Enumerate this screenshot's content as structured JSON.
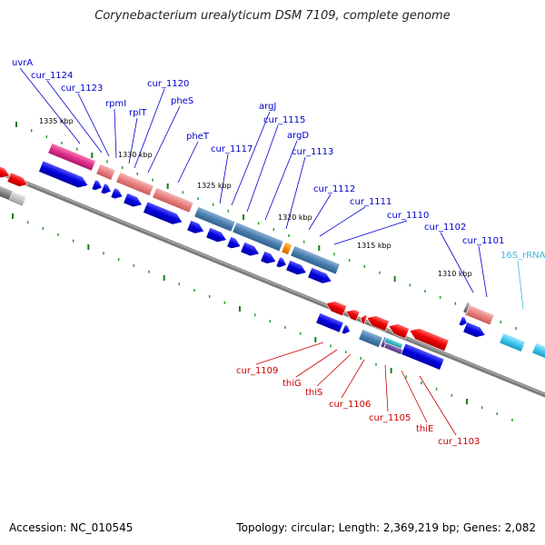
{
  "title": "Corynebacterium urealyticum DSM 7109, complete genome",
  "footer": {
    "accession": "Accession: NC_010545",
    "topology": "Topology: circular; Length: 2,369,219 bp; Genes: 2,082"
  },
  "colors": {
    "forward_red": "#ee0000",
    "reverse_blue": "#0000dd",
    "steel_blue": "#4a7fae",
    "salmon": "#e88080",
    "magenta": "#e0308a",
    "cyan": "#40c8ee",
    "orange": "#ff8c00",
    "grey": "#888888",
    "ribosomal_label": "#40b8e0",
    "upper_labels": "#0000cc",
    "lower_labels": "#cc0000"
  },
  "scale_labels": [
    "1335 kbp",
    "1330 kbp",
    "1325 kbp",
    "1320 kbp",
    "1315 kbp",
    "1310 kbp"
  ],
  "upper_genes": [
    {
      "name": "uvrA",
      "color": "upper"
    },
    {
      "name": "cur_1124",
      "color": "upper"
    },
    {
      "name": "cur_1123",
      "color": "upper"
    },
    {
      "name": "rpmI",
      "color": "upper"
    },
    {
      "name": "rplT",
      "color": "upper"
    },
    {
      "name": "cur_1120",
      "color": "upper"
    },
    {
      "name": "pheS",
      "color": "upper"
    },
    {
      "name": "pheT",
      "color": "upper"
    },
    {
      "name": "cur_1117",
      "color": "upper"
    },
    {
      "name": "argJ",
      "color": "upper"
    },
    {
      "name": "cur_1115",
      "color": "upper"
    },
    {
      "name": "argD",
      "color": "upper"
    },
    {
      "name": "cur_1113",
      "color": "upper"
    },
    {
      "name": "cur_1112",
      "color": "upper"
    },
    {
      "name": "cur_1111",
      "color": "upper"
    },
    {
      "name": "cur_1110",
      "color": "upper"
    },
    {
      "name": "cur_1102",
      "color": "upper"
    },
    {
      "name": "cur_1101",
      "color": "upper"
    },
    {
      "name": "16S_rRNA",
      "color": "rrna"
    }
  ],
  "lower_genes": [
    {
      "name": "cur_1109"
    },
    {
      "name": "thiG"
    },
    {
      "name": "thiS"
    },
    {
      "name": "cur_1106"
    },
    {
      "name": "cur_1105"
    },
    {
      "name": "thiE"
    },
    {
      "name": "cur_1103"
    }
  ]
}
